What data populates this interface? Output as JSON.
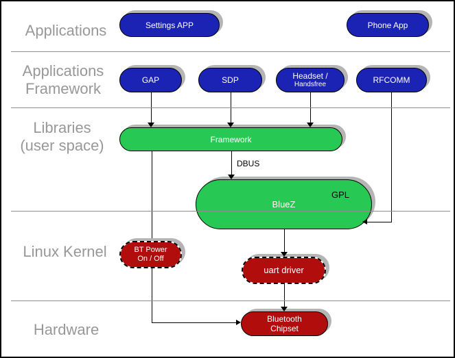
{
  "diagram": {
    "layers": [
      {
        "lines": [
          "Applications"
        ]
      },
      {
        "lines": [
          "Applications",
          "Framework"
        ]
      },
      {
        "lines": [
          "Libraries",
          "(user space)"
        ]
      },
      {
        "lines": [
          "Linux Kernel"
        ]
      },
      {
        "lines": [
          "Hardware"
        ]
      }
    ],
    "nodes": {
      "settings_app": "Settings APP",
      "phone_app": "Phone App",
      "gap": "GAP",
      "sdp": "SDP",
      "headset_line1": "Headset /",
      "headset_line2": "Handsfree",
      "rfcomm": "RFCOMM",
      "framework": "Framework",
      "bluez": "BlueZ",
      "gpl_badge": "GPL",
      "bt_power_line1": "BT Power",
      "bt_power_line2": "On / Off",
      "uart_driver": "uart driver",
      "chipset_line1": "Bluetooth",
      "chipset_line2": "Chipset"
    },
    "edge_labels": {
      "dbus": "DBUS"
    },
    "colors": {
      "node_blue": "#1a23b4",
      "node_green": "#28c855",
      "node_red": "#b20d0d",
      "layer_label_gray": "#989898",
      "shadow_gray": "#b5b5b5",
      "separator_gray": "#8c8c8c",
      "connector_black": "#000000"
    }
  }
}
